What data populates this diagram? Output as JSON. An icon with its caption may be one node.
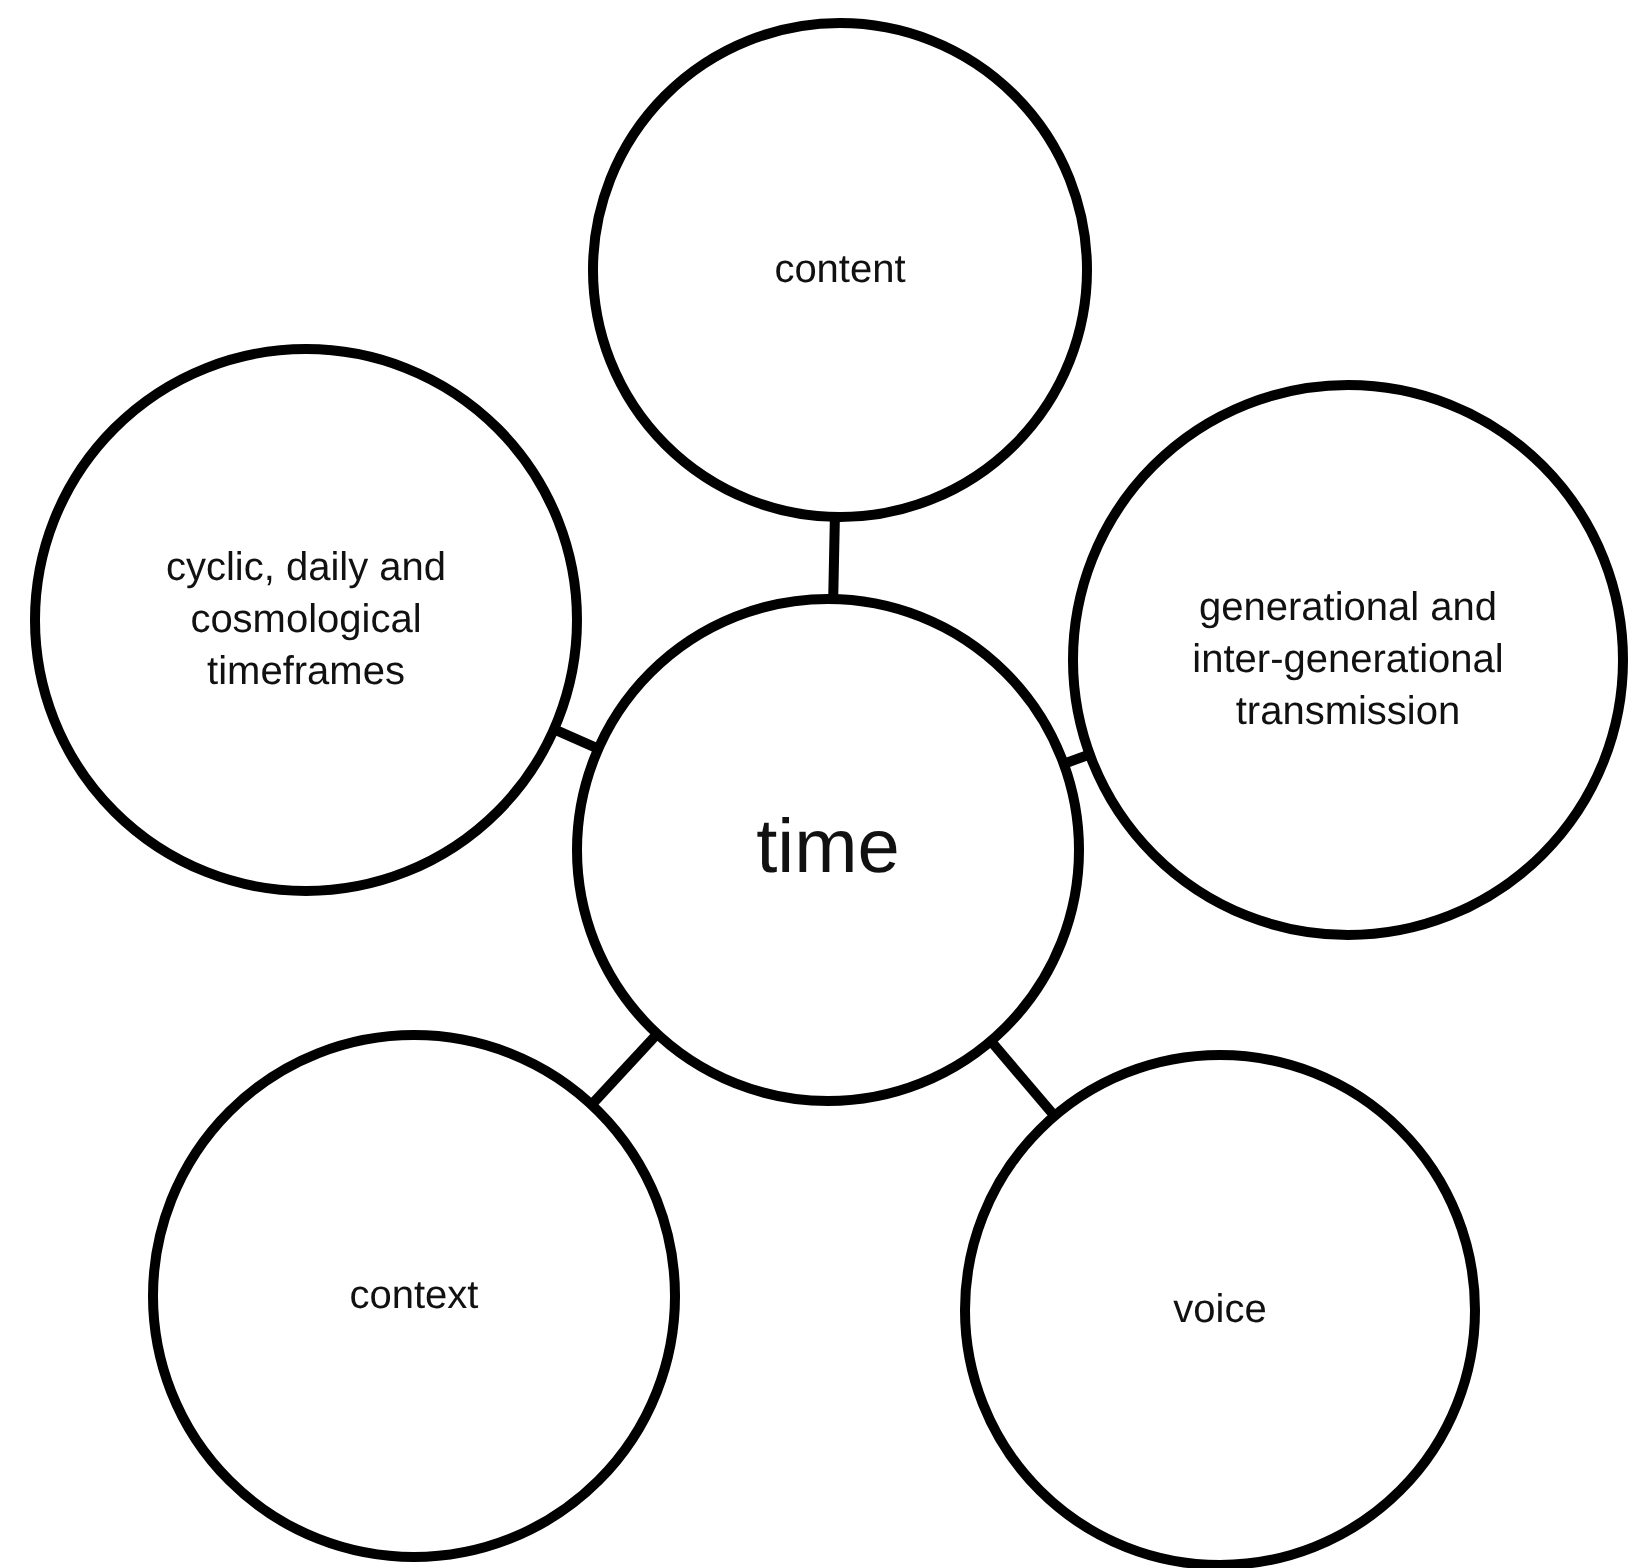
{
  "diagram": {
    "nodes": [
      {
        "text": [
          "content"
        ]
      },
      {
        "text": [
          "cyclic, daily and cosmological timeframes"
        ]
      },
      {
        "text": [
          "time"
        ]
      },
      {
        "text": [
          "generational and inter-generational transmission"
        ]
      },
      {
        "text": [
          "context"
        ]
      },
      {
        "text": [
          "voice"
        ]
      }
    ],
    "edges": [
      {
        "from": 2,
        "to": 0,
        "arrow": "none"
      },
      {
        "from": 2,
        "to": 1,
        "arrow": "none"
      },
      {
        "from": 2,
        "to": 3,
        "arrow": "none"
      },
      {
        "from": 2,
        "to": 4,
        "arrow": "none"
      },
      {
        "from": 2,
        "to": 5,
        "arrow": "none"
      }
    ]
  }
}
